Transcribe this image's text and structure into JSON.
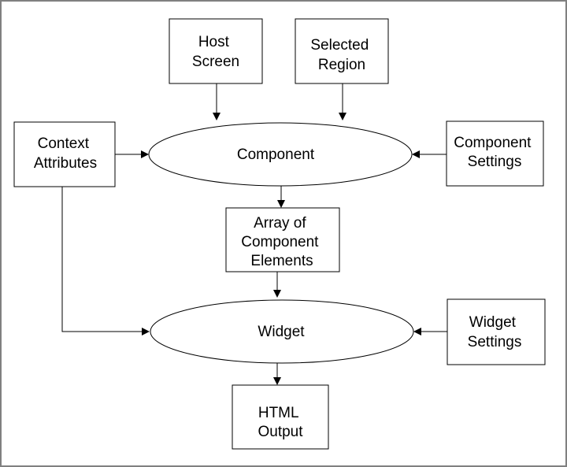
{
  "nodes": {
    "host_screen": [
      "Host",
      "Screen"
    ],
    "selected_region": [
      "Selected",
      "Region"
    ],
    "context_attributes": [
      "Context",
      "Attributes"
    ],
    "component": [
      "Component"
    ],
    "component_settings": [
      "Component",
      "Settings"
    ],
    "array_of_component_elements": [
      "Array of",
      "Component",
      "Elements"
    ],
    "widget": [
      "Widget"
    ],
    "widget_settings": [
      "Widget",
      "Settings"
    ],
    "html_output": [
      "HTML",
      "Output"
    ]
  },
  "edges": [
    {
      "from": "host_screen",
      "to": "component"
    },
    {
      "from": "selected_region",
      "to": "component"
    },
    {
      "from": "context_attributes",
      "to": "component"
    },
    {
      "from": "component_settings",
      "to": "component"
    },
    {
      "from": "component",
      "to": "array_of_component_elements"
    },
    {
      "from": "array_of_component_elements",
      "to": "widget"
    },
    {
      "from": "context_attributes",
      "to": "widget"
    },
    {
      "from": "widget_settings",
      "to": "widget"
    },
    {
      "from": "widget",
      "to": "html_output"
    }
  ]
}
